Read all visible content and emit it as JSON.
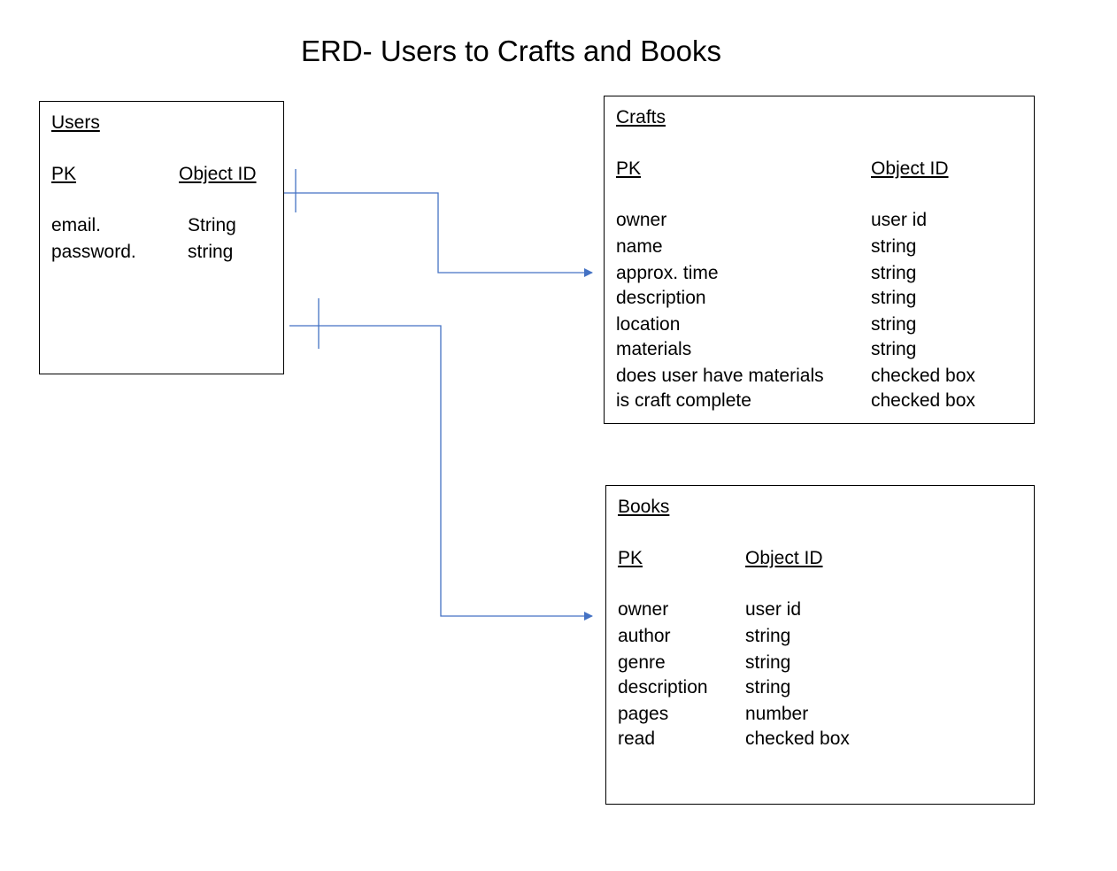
{
  "title": "ERD- Users to Crafts and Books",
  "colors": {
    "connector": "#4472C4",
    "border": "#000000"
  },
  "entities": {
    "users": {
      "name": "Users",
      "pk_label": "PK",
      "pk_type": "Object ID",
      "fields": [
        {
          "name": "email.",
          "type": "String"
        },
        {
          "name": "password.",
          "type": "string"
        }
      ]
    },
    "crafts": {
      "name": "Crafts",
      "pk_label": "PK",
      "pk_type": "Object ID",
      "fields": [
        {
          "name": "owner",
          "type": "user id"
        },
        {
          "name": "name",
          "type": "string"
        },
        {
          "name": "approx. time",
          "type": "string"
        },
        {
          "name": "description",
          "type": "string"
        },
        {
          "name": "location",
          "type": "string"
        },
        {
          "name": "materials",
          "type": "string"
        },
        {
          "name": "does user have materials",
          "type": "checked box"
        },
        {
          "name": "is craft complete",
          "type": "checked box"
        }
      ]
    },
    "books": {
      "name": "Books",
      "pk_label": "PK",
      "pk_type": "Object ID",
      "fields": [
        {
          "name": "owner",
          "type": "user id"
        },
        {
          "name": "author",
          "type": "string"
        },
        {
          "name": "genre",
          "type": "string"
        },
        {
          "name": "description",
          "type": "string"
        },
        {
          "name": "pages",
          "type": "number"
        },
        {
          "name": "read",
          "type": "checked box"
        }
      ]
    }
  },
  "relationships": [
    {
      "from": "Users",
      "to": "Crafts"
    },
    {
      "from": "Users",
      "to": "Books"
    }
  ]
}
